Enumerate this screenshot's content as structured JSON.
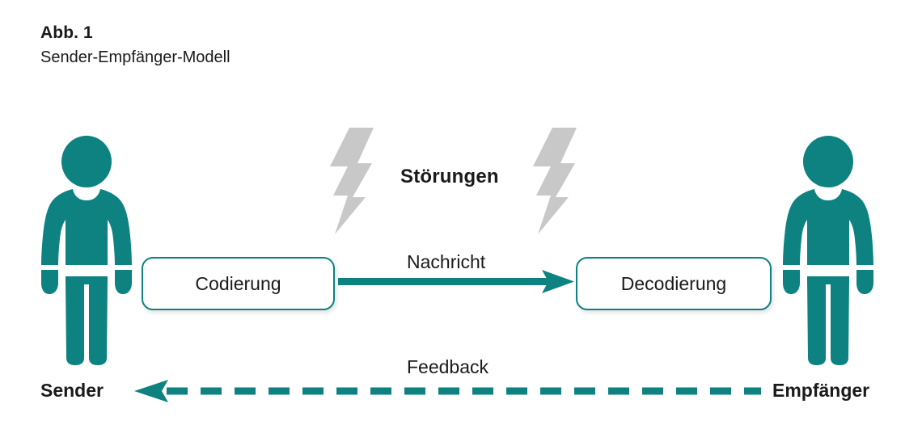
{
  "caption": {
    "figure_number": "Abb. 1",
    "title": "Sender-Empfänger-Modell"
  },
  "diagram": {
    "type": "flow-diagram",
    "colors": {
      "accent_teal": "#0d8280",
      "bolt_gray": "#c8c8c8",
      "text_black": "#1a1a1a",
      "background": "#ffffff"
    },
    "nodes": [
      {
        "id": "sender",
        "label": "Sender",
        "icon": "person-icon",
        "side": "left"
      },
      {
        "id": "codierung",
        "label": "Codierung",
        "shape": "rounded-box"
      },
      {
        "id": "decodierung",
        "label": "Decodierung",
        "shape": "rounded-box"
      },
      {
        "id": "empfaenger",
        "label": "Empfänger",
        "icon": "person-icon",
        "side": "right"
      }
    ],
    "edges": [
      {
        "id": "nachricht",
        "label": "Nachricht",
        "style": "solid",
        "direction": "right",
        "from": "codierung",
        "to": "decodierung"
      },
      {
        "id": "feedback",
        "label": "Feedback",
        "style": "dashed",
        "direction": "left",
        "from": "empfaenger",
        "to": "sender"
      }
    ],
    "noise": {
      "label": "Störungen",
      "icon": "lightning-bolt-icon",
      "count": 2
    }
  }
}
